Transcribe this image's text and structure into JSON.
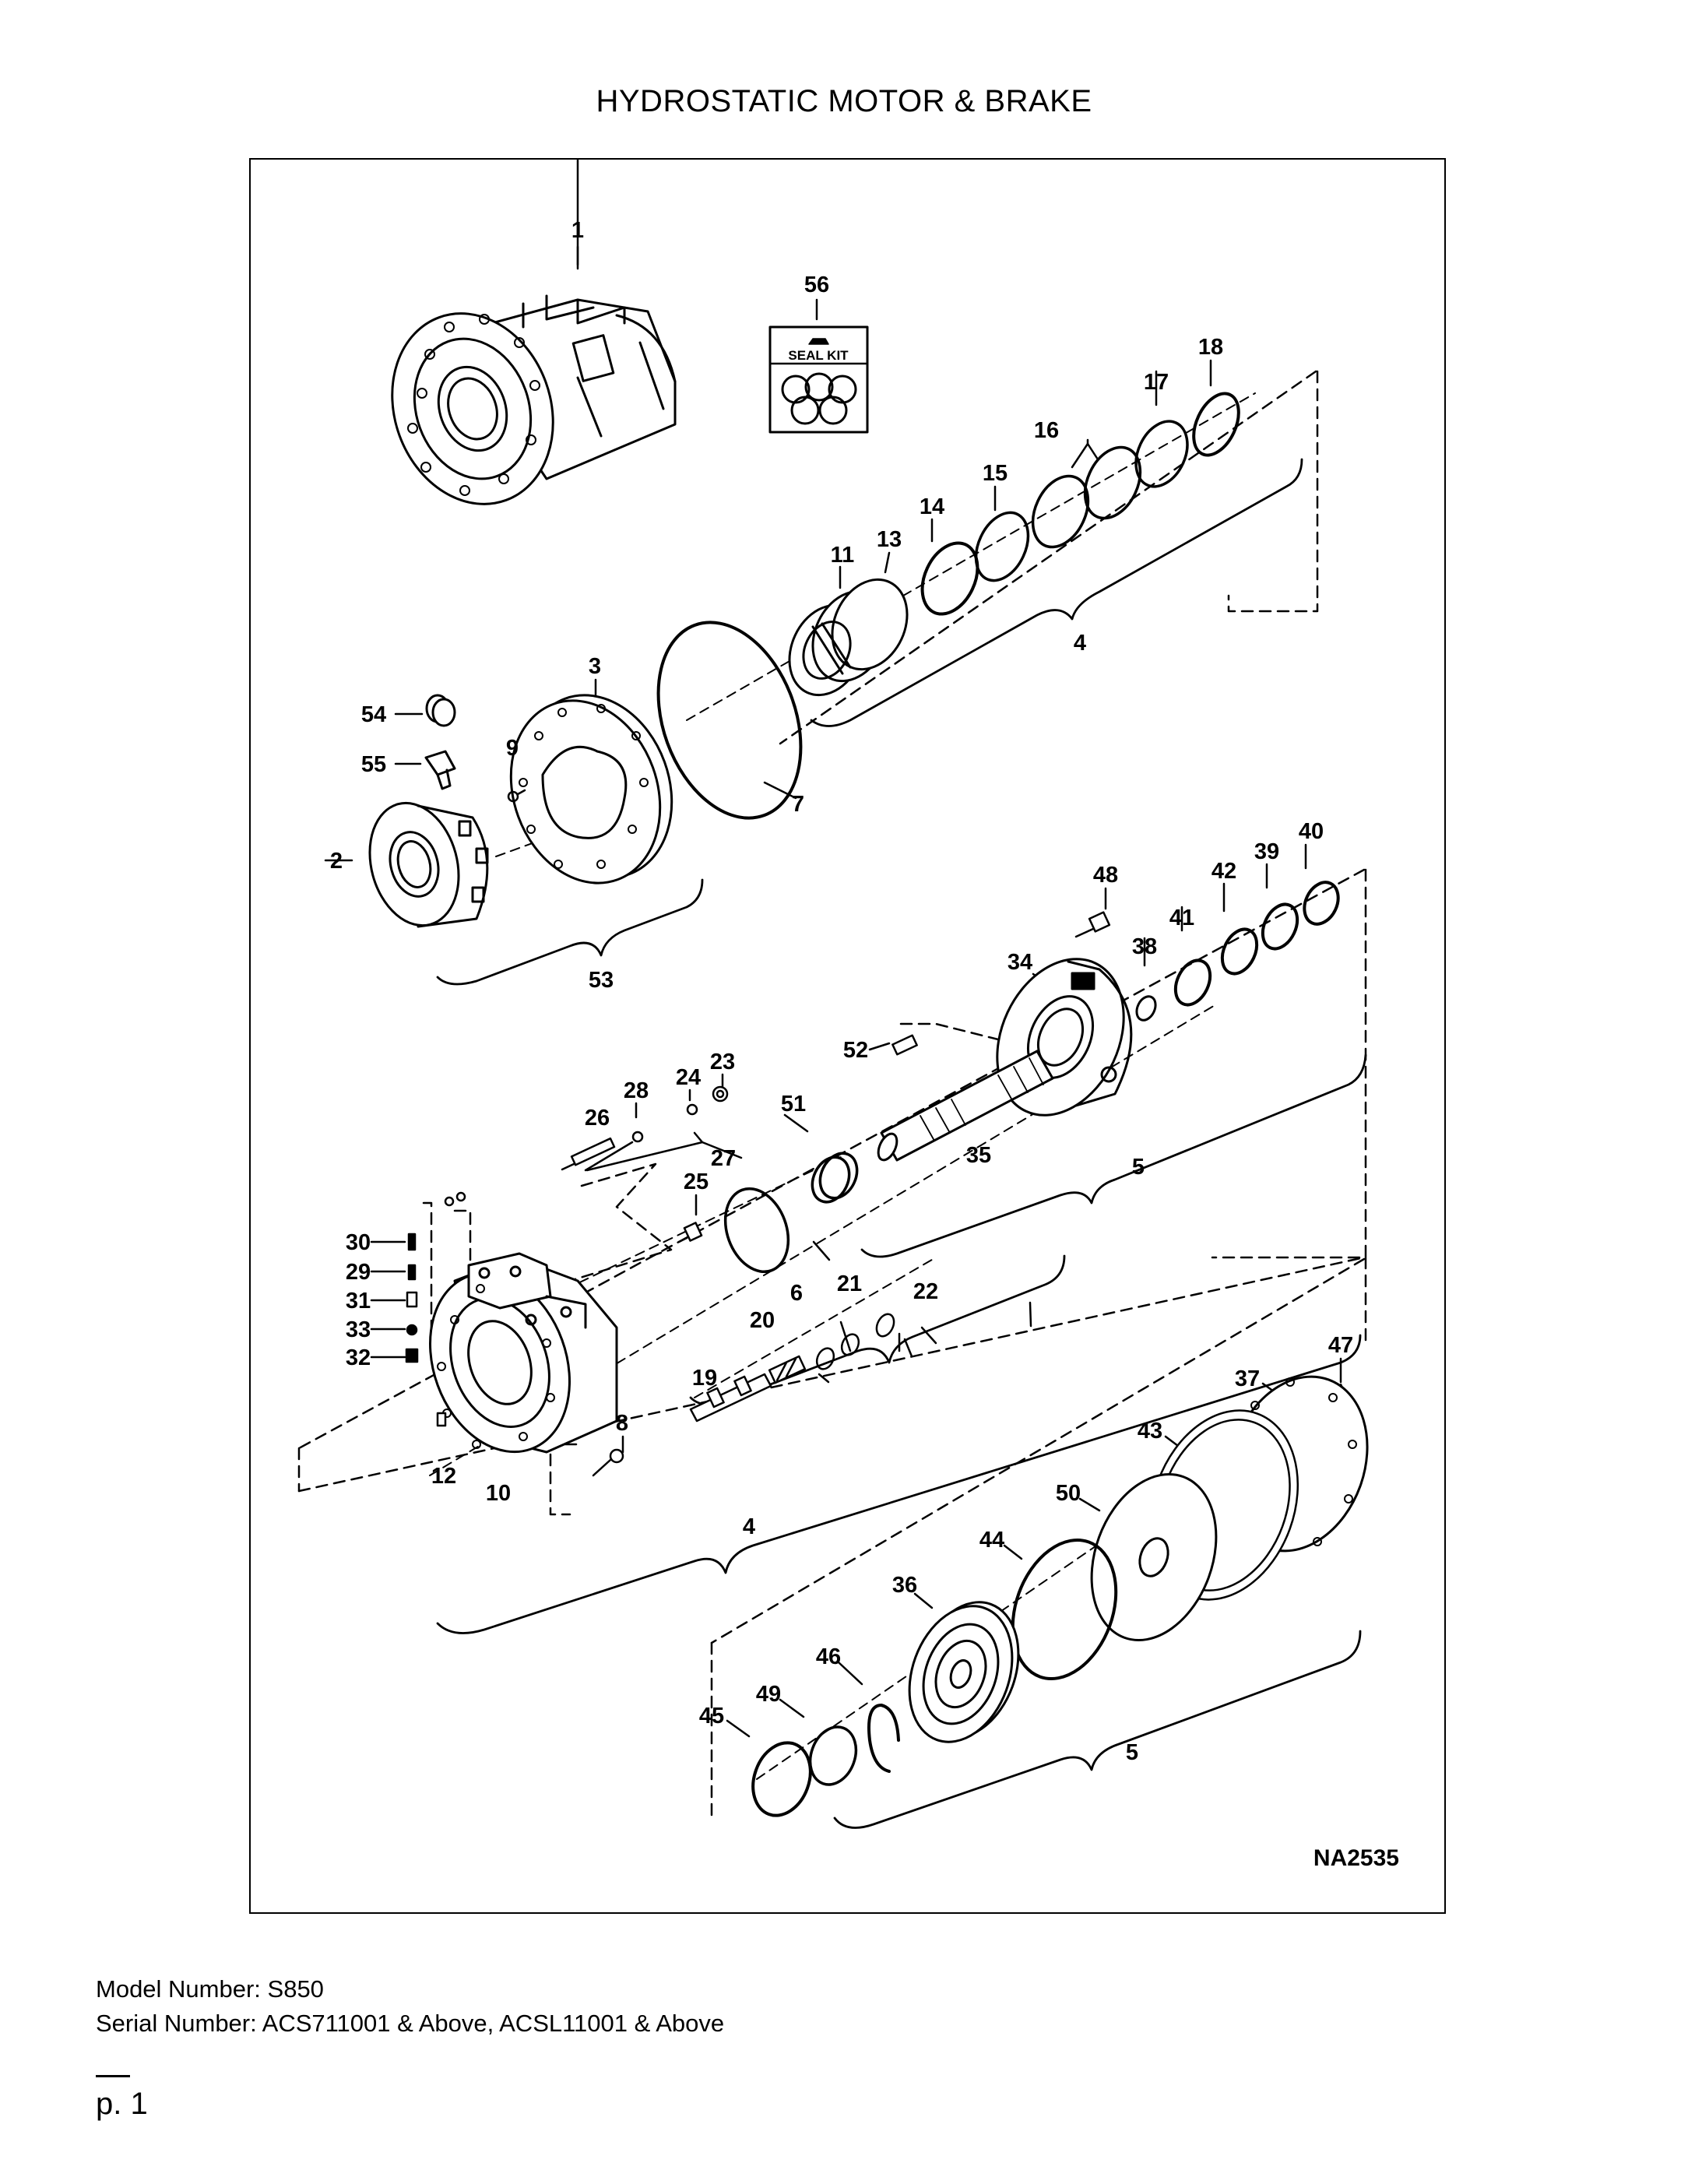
{
  "page": {
    "title": "HYDROSTATIC MOTOR & BRAKE",
    "figure_code": "NA2535",
    "model_number": "Model Number: S850",
    "serial_number": "Serial Number: ACS711001 & Above, ACSL11001 & Above",
    "page_number": "p. 1"
  },
  "diagram": {
    "seal_kit_label": "SEAL KIT",
    "callouts": [
      "1",
      "2",
      "3",
      "4",
      "4",
      "4",
      "5",
      "5",
      "5",
      "6",
      "7",
      "8",
      "9",
      "10",
      "11",
      "12",
      "13",
      "14",
      "15",
      "16",
      "17",
      "18",
      "19",
      "20",
      "21",
      "22",
      "23",
      "24",
      "25",
      "26",
      "27",
      "28",
      "29",
      "30",
      "31",
      "32",
      "33",
      "34",
      "35",
      "36",
      "37",
      "38",
      "39",
      "40",
      "41",
      "42",
      "43",
      "44",
      "45",
      "46",
      "47",
      "48",
      "49",
      "50",
      "51",
      "52",
      "53",
      "54",
      "55",
      "56"
    ]
  }
}
